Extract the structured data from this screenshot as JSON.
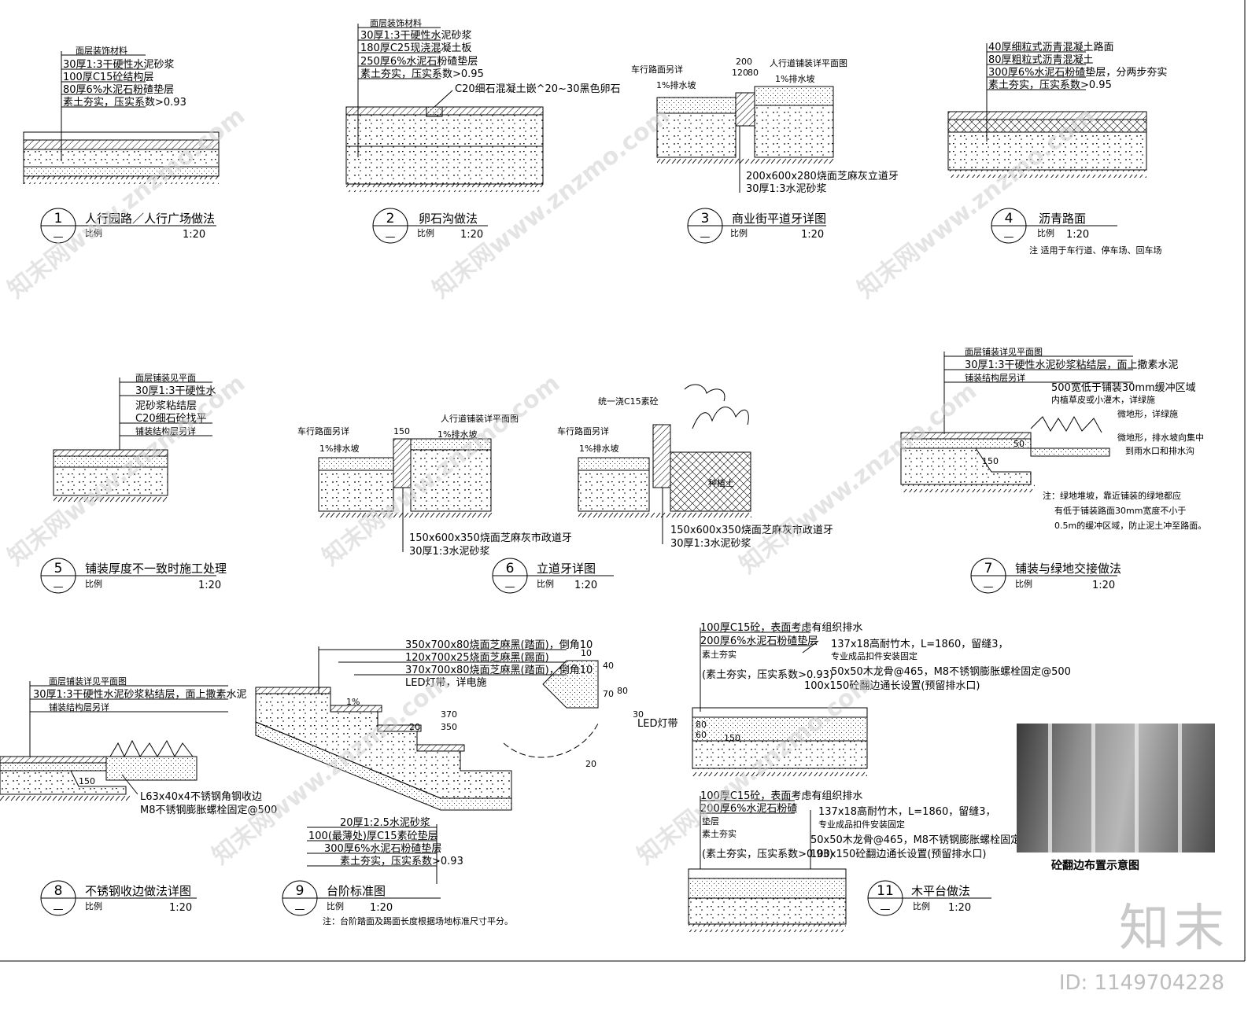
{
  "details": [
    {
      "num": "1",
      "title": "人行园路／人行广场做法",
      "scale_label": "比例",
      "scale": "1:20",
      "layers": [
        "面层装饰材料",
        "30厚1:3干硬性水泥砂浆",
        "100厚C15砼结构层",
        "80厚6%水泥石粉碴垫层",
        "素土夯实，压实系数>0.93"
      ]
    },
    {
      "num": "2",
      "title": "卵石沟做法",
      "scale_label": "比例",
      "scale": "1:20",
      "layers": [
        "面层装饰材料",
        "30厚1:3干硬性水泥砂浆",
        "180厚C25现浇混凝土板",
        "250厚6%水泥石粉碴垫层",
        "素土夯实，压实系数>0.95"
      ],
      "callout": "C20细石混凝土嵌^20~30黑色卵石"
    },
    {
      "num": "3",
      "title": "商业街平道牙详图",
      "scale_label": "比例",
      "scale": "1:20",
      "labels": [
        "车行路面另详",
        "1%排水坡",
        "人行道铺装详平面图",
        "1%排水坡",
        "200",
        "120",
        "80",
        "200x600x280烧面芝麻灰立道牙",
        "30厚1:3水泥砂浆"
      ]
    },
    {
      "num": "4",
      "title": "沥青路面",
      "scale_label": "比例",
      "scale": "1:20",
      "layers": [
        "40厚细粒式沥青混凝土路面",
        "80厚粗粒式沥青混凝土",
        "300厚6%水泥石粉碴垫层，分两步夯实",
        "素土夯实，压实系数>0.95"
      ],
      "note": "注  适用于车行道、停车场、回车场"
    },
    {
      "num": "5",
      "title": "铺装厚度不一致时施工处理",
      "scale_label": "比例",
      "scale": "1:20",
      "layers": [
        "面层铺装见平面",
        "30厚1:3干硬性水",
        "泥砂浆粘结层",
        "C20细石砼找平",
        "铺装结构层另详"
      ]
    },
    {
      "num": "6",
      "title": "立道牙详图",
      "scale_label": "比例",
      "scale": "1:20",
      "labels": [
        "车行路面另详",
        "1%排水坡",
        "人行道铺装详平面图",
        "1%排水坡",
        "150",
        "统一浇C15素砼",
        "车行路面另详",
        "1%排水坡",
        "种植土",
        "150x600x350烧面芝麻灰市政道牙",
        "30厚1:3水泥砂浆",
        "150x600x350烧面芝麻灰市政道牙",
        "30厚1:3水泥砂浆"
      ]
    },
    {
      "num": "7",
      "title": "铺装与绿地交接做法",
      "scale_label": "比例",
      "scale": "1:20",
      "layers": [
        "面层铺装详见平面图",
        "30厚1:3干硬性水泥砂浆粘结层，面上撒素水泥",
        "铺装结构层另详"
      ],
      "labels": [
        "500宽低于铺装30mm缓冲区域",
        "内植草皮或小灌木，详绿施",
        "微地形，详绿施",
        "微地形，排水坡向集中",
        "到雨水口和排水沟",
        "50",
        "150"
      ],
      "note_lines": [
        "注：绿地堆坡，靠近铺装的绿地都应",
        "有低于铺装路面30mm宽度不小于",
        "0.5m的缓冲区域，防止泥土冲至路面。"
      ]
    },
    {
      "num": "8",
      "title": "不锈钢收边做法详图",
      "scale_label": "比例",
      "scale": "1:20",
      "layers": [
        "面层铺装详见平面图",
        "30厚1:3干硬性水泥砂浆粘结层，面上撒素水泥",
        "铺装结构层另详"
      ],
      "labels": [
        "L63x40x4不锈钢角钢收边",
        "M8不锈钢膨胀螺栓固定@500",
        "150"
      ]
    },
    {
      "num": "9",
      "title": "台阶标准图",
      "scale_label": "比例",
      "scale": "1:20",
      "labels": [
        "350x700x80烧面芝麻黑(踏面)，倒角10",
        "120x700x25烧面芝麻黑(踢面)",
        "370x700x80烧面芝麻黑(踏面)，倒角10",
        "LED灯带，详电施",
        "1%",
        "370",
        "350",
        "20",
        "10",
        "40",
        "80",
        "70",
        "30",
        "20",
        "LED灯带"
      ],
      "layers": [
        "20厚1:2.5水泥砂浆",
        "100(最薄处)厚C15素砼垫层",
        "300厚6%水泥石粉碴垫层",
        "素土夯实，压实系数>0.93"
      ],
      "note": "注：台阶踏面及踢面长度根据场地标准尺寸平分。"
    },
    {
      "num": "11",
      "title": "木平台做法",
      "scale_label": "比例",
      "scale": "1:20",
      "layers": [
        "100厚C15砼，表面考虑有组织排水",
        "200厚6%水泥石粉碴垫层",
        "素土夯实",
        "(素土夯实，压实系数>0.93)"
      ],
      "labels": [
        "137x18高耐竹木，L=1860，留缝3，",
        "专业成品扣件安装固定",
        "50x50木龙骨@465，M8不锈钢膨胀螺栓固定@500",
        "100x150砼翻边通长设置(预留排水口)",
        "150",
        "80",
        "60"
      ],
      "upper_layers": [
        "100厚C15砼，表面考虑有组织排水",
        "200厚6%水泥石粉碴垫层",
        "素土夯实",
        "(素土夯实，压实系数>0.93)"
      ],
      "upper_labels": [
        "137x18高耐竹木，L=1860，留缝3，",
        "专业成品扣件安装固定",
        "50x50木龙骨@465，M8不锈钢膨胀螺栓固定@500",
        "100x150砼翻边通长设置(预留排水口)"
      ],
      "lower_layers": [
        "100厚C15砼，表面考虑有组织排水",
        "200厚6%水泥石粉碴",
        "垫层",
        "素土夯实",
        "(素土夯实，压实系数>0.93)"
      ]
    }
  ],
  "photo": {
    "caption": "砼翻边布置示意图"
  },
  "watermark": {
    "text": "知末网www.znzmo.com",
    "brand": "知末",
    "id": "ID: 1149704228"
  }
}
